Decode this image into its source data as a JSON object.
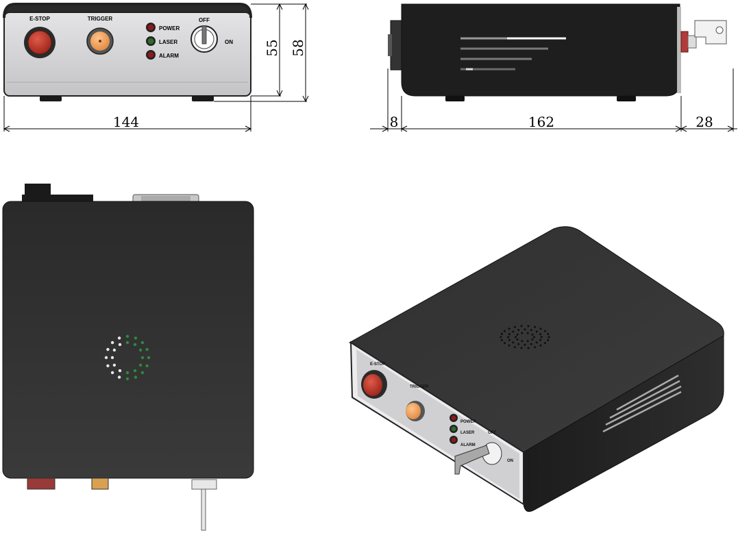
{
  "panel_labels": {
    "estop": "E-STOP",
    "trigger": "TRIGGER",
    "power": "POWER",
    "laser": "LASER",
    "alarm": "ALARM",
    "off": "OFF",
    "on": "ON"
  },
  "dimensions": {
    "front_width": "144",
    "front_height_body": "55",
    "front_height_total": "58",
    "side_rear_protrusion": "8",
    "side_length": "162",
    "side_key_protrusion": "28"
  },
  "colors": {
    "housing": "#2d2d2d",
    "panel": "#d4d4d6",
    "estop": "#c0392b",
    "trigger": "#f5a263",
    "led_red": "#8b1a1a",
    "led_green": "#2e6b2e"
  },
  "icons": {
    "estop": "estop-button-icon",
    "trigger": "bnc-connector-icon",
    "key": "key-switch-icon",
    "vent": "vent-grille-icon"
  }
}
